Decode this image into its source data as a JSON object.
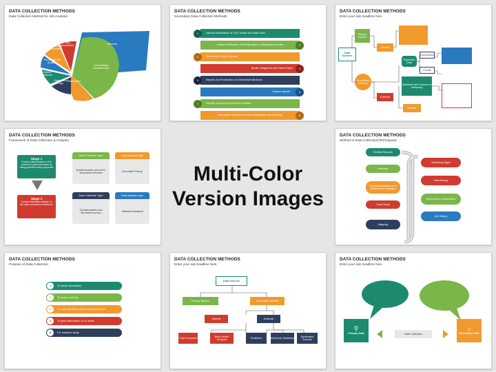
{
  "center": {
    "line1": "Multi-Color",
    "line2": "Version Images"
  },
  "s1": {
    "title": "DATA COLLECTION METHODS",
    "subtitle": "Data Collection Method for Job Analysis",
    "labels": [
      "Interview",
      "Job Analysis Questionnaire",
      "Observation",
      "Diaries and Logs",
      "Critical Incidents",
      "Functional Job Analysis",
      "Checklists and Questionnaires",
      "Task Inventories"
    ]
  },
  "s2": {
    "title": "DATA COLLECTION METHODS",
    "subtitle": "Secondary Data Collection Methods",
    "items": [
      "Various Publications of The Central and State Govt.",
      "Various Publication of Foreign govt or International bodies",
      "Technical & Trade Journals",
      "Books, Magazines and News Paper",
      "Reports and Publication of University/Institutions",
      "Census reports",
      "Reports prepared by research scholars",
      "Information received from the newspapers and websites"
    ]
  },
  "s3": {
    "title": "DATA COLLECTION METHODS",
    "subtitle": "Enter your sub headline here",
    "root": "Data Sources",
    "primary": "Primary Method",
    "secondary": "Secondary Method",
    "internal": "Internal",
    "external": "External",
    "published": "Published Data",
    "statmkt": "Statistical and Sources of marketing",
    "internet": "Internet",
    "gov": "Government",
    "private": "Private"
  },
  "s4": {
    "title": "DATA COLLECTION METHODS",
    "subtitle": "Framework of Data Collection & Analysis",
    "stage1": "Stage 1",
    "stage1_desc": "Conduct data analysis on the content of cyber immersive by using grounded theory approach",
    "stage2": "Stage 2",
    "stage2_desc": "Conduct statistical analysis on the cyber immersive framework",
    "dct": "Data Collection Type",
    "dat": "Data Analysis Type",
    "r1c1": "Questionnaires and semi-structured interview",
    "r1c2": "Grounded Theory",
    "r2c1": "Questionnaires and structured survey",
    "r2c2": "Statistical Analysis"
  },
  "s5": {
    "title": "DATA COLLECTION METHODS",
    "subtitle": "Method of Data Collection(Techniques)",
    "left": [
      "Review Records",
      "Interview",
      "Checking Samples on a performance measure",
      "Case Study",
      "Mapping"
    ],
    "right": [
      "Observing Signs",
      "Interviewing",
      "Performance examination",
      "Life History"
    ]
  },
  "s6": {
    "title": "DATA COLLECTION METHODS",
    "subtitle": "Purpose of Data Collection",
    "items": [
      "To obtain information",
      "To keep on record",
      "To make decisions about important issues",
      "To pass information on to others",
      "For research study"
    ]
  },
  "s7": {
    "title": "DATA COLLECTION METHODS",
    "subtitle": "Enter your sub headline here",
    "root": "Data Sources",
    "primary": "Primary Method",
    "secondary": "Secondary Method",
    "internal": "Internal",
    "external": "External",
    "leaves": [
      "Fully Processed",
      "Base before Analysis",
      "Publishes",
      "Electronic Database",
      "Syndicated Sources"
    ]
  },
  "s8": {
    "title": "DATA COLLECTION METHODS",
    "subtitle": "Enter your sub headline here",
    "primary": "Primary Data",
    "secondary": "Secondary Data",
    "middle": "Data Collection"
  },
  "colors": {
    "green": "#7ab648",
    "orange": "#f2992e",
    "red": "#d13b2f",
    "navy": "#2f3e5c",
    "teal": "#1d8a6e",
    "blue": "#2a7ac0"
  }
}
